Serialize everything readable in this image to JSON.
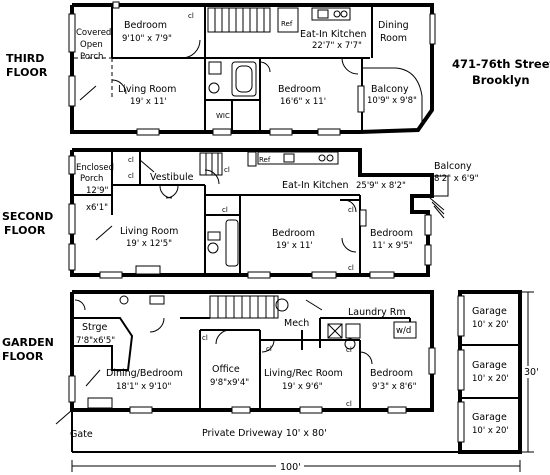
{
  "address": {
    "line1": "471-76th Street",
    "line2": "Brooklyn"
  },
  "floors": {
    "third": {
      "line1": "THIRD",
      "line2": "FLOOR"
    },
    "second": {
      "line1": "SECOND",
      "line2": "FLOOR"
    },
    "garden": {
      "line1": "GARDEN",
      "line2": "FLOOR"
    }
  },
  "third_floor": {
    "covered_porch": {
      "line1": "Covered",
      "line2": "Open",
      "line3": "Porch"
    },
    "bedroom": {
      "name": "Bedroom",
      "dims": "9'10\" x 7'9\""
    },
    "closet": "cl",
    "ref": "Ref",
    "kitchen": {
      "name": "Eat-In Kitchen",
      "dims": "22'7\" x 7'7\""
    },
    "dining": {
      "line1": "Dining",
      "line2": "Room"
    },
    "living": {
      "name": "Living Room",
      "dims": "19' x 11'"
    },
    "wic": "WIC",
    "bedroom2": {
      "name": "Bedroom",
      "dims": "16'6\" x 11'"
    },
    "balcony": {
      "name": "Balcony",
      "dims": "10'9\" x 9'8\""
    }
  },
  "second_floor": {
    "porch": {
      "line1": "Enclosed",
      "line2": "Porch",
      "line3": "12'9\"",
      "line4": "x6'1\""
    },
    "vestibule": "Vestibule",
    "closet": "cl",
    "ref": "Ref",
    "kitchen": {
      "name": "Eat-In Kitchen",
      "dims": "25'9\" x 8'2\""
    },
    "balcony": {
      "name": "Balcony",
      "dims": "8'2\" x 6'9\""
    },
    "living": {
      "name": "Living Room",
      "dims": "19' x 12'5\""
    },
    "bedroom": {
      "name": "Bedroom",
      "dims": "19' x 11'"
    },
    "bedroom2": {
      "name": "Bedroom",
      "dims": "11' x 9'5\""
    }
  },
  "garden_floor": {
    "storage": {
      "name": "Strge",
      "dims": "7'8\"x6'5\""
    },
    "mech": "Mech",
    "laundry": "Laundry Rm",
    "wd": "w/d",
    "closet": "cl",
    "dining": {
      "name": "Dining/Bedroom",
      "dims": "18'1\" x 9'10\""
    },
    "office": {
      "name": "Office",
      "dims": "9'8\"x9'4\""
    },
    "living": {
      "name": "Living/Rec Room",
      "dims": "19' x 9'6\""
    },
    "bedroom": {
      "name": "Bedroom",
      "dims": "9'3\" x 8'6\""
    },
    "gate": "Gate",
    "driveway": "Private Driveway  10' x 80'",
    "garages": [
      {
        "name": "Garage",
        "dims": "10' x 20'"
      },
      {
        "name": "Garage",
        "dims": "10' x 20'"
      },
      {
        "name": "Garage",
        "dims": "10' x 20'"
      }
    ],
    "dim_width": "100'",
    "dim_depth": "30'"
  }
}
